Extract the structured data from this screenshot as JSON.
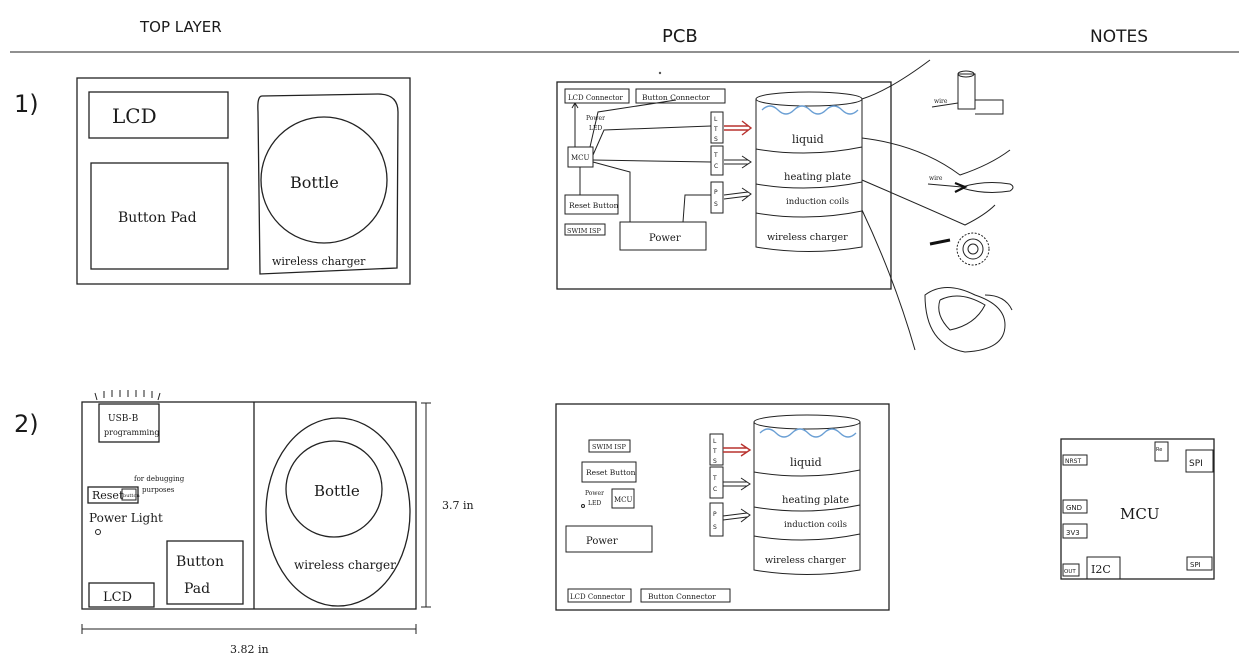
{
  "headers": {
    "top_layer": "TOP LAYER",
    "pcb": "PCB",
    "notes": "NOTES"
  },
  "rows": {
    "row1": "1)",
    "row2": "2)"
  },
  "top1": {
    "lcd": "LCD",
    "button_pad": "Button Pad",
    "bottle": "Bottle",
    "wireless": "wireless charger"
  },
  "top2": {
    "usb_line1": "USB-B",
    "usb_line2": "programming",
    "debug_line1": "for debugging",
    "debug_line2": "purposes",
    "reset": "Reset",
    "reset_btn": "button",
    "power_light": "Power Light",
    "button_pad_line1": "Button",
    "button_pad_line2": "Pad",
    "lcd": "LCD",
    "bottle": "Bottle",
    "wireless": "wireless charger",
    "height": "3.7 in",
    "width": "3.82 in"
  },
  "pcb": {
    "lcd_connector": "LCD Connector",
    "button_connector": "Button Connector",
    "power_led_line1": "Power",
    "power_led_line2": "LED",
    "mcu": "MCU",
    "reset_button": "Reset Button",
    "swim_isp": "SWIM ISP",
    "power": "Power",
    "lts": [
      "L",
      "T",
      "S"
    ],
    "tc": [
      "T",
      "C"
    ],
    "ps": [
      "P",
      "S"
    ],
    "liquid": "liquid",
    "heating_plate": "heating plate",
    "induction_coils": "induction coils",
    "wireless_charger": "wireless charger"
  },
  "notes1": {
    "wire1": "wire",
    "wire2": "wire"
  },
  "mcu_pinout": {
    "title": "MCU",
    "nrst": "NRST",
    "gnd": "GND",
    "v33": "3V3",
    "out": "OUT",
    "i2c": "I2C",
    "spi1": "SPI",
    "spi2": "SPI",
    "tiny": "Re"
  },
  "colors": {
    "ink": "#222222",
    "water": "#6a9fd4",
    "arrow_red": "#b8322f"
  }
}
